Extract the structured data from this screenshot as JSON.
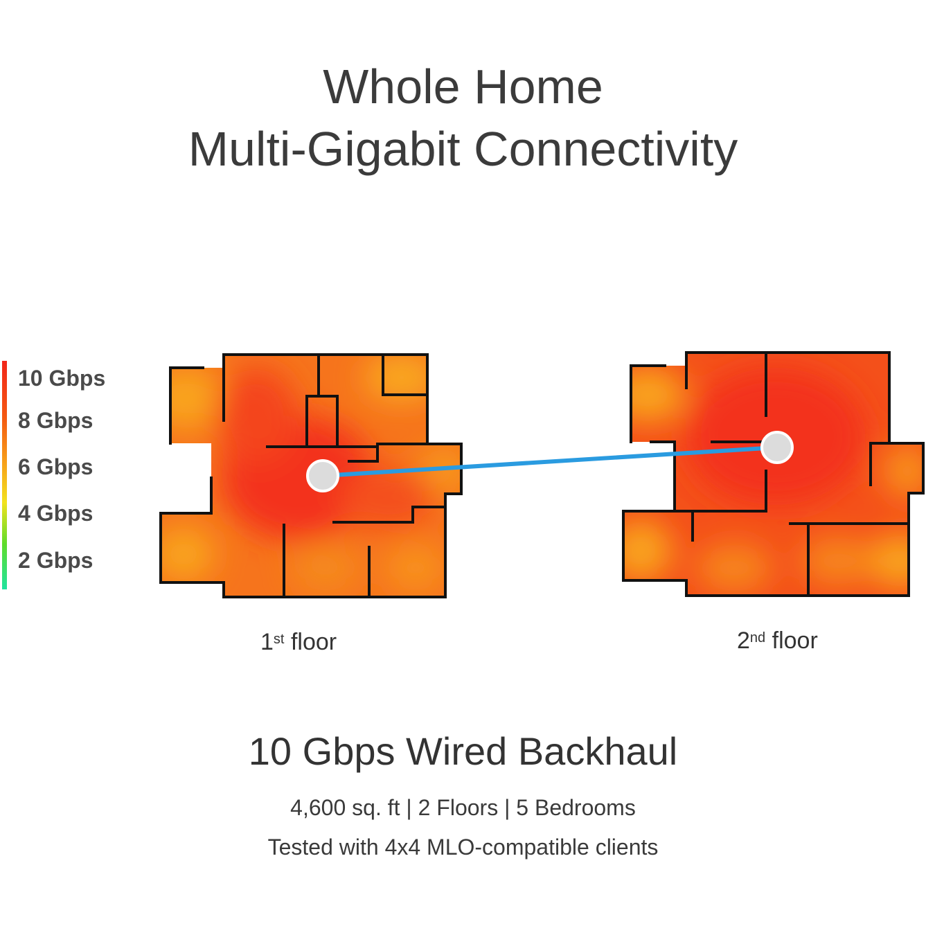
{
  "title": {
    "line1": "Whole Home",
    "line2": "Multi-Gigabit Connectivity"
  },
  "legend": {
    "items": [
      "10 Gbps",
      "8 Gbps",
      "6 Gbps",
      "4 Gbps",
      "2 Gbps"
    ]
  },
  "floors": {
    "first": {
      "num": "1",
      "suffix": "st",
      "word": "floor"
    },
    "second": {
      "num": "2",
      "suffix": "nd",
      "word": "floor"
    }
  },
  "subtitle": "10 Gbps Wired Backhaul",
  "info": {
    "line1": "4,600 sq. ft | 2 Floors | 5 Bedrooms",
    "line2": "Tested with 4x4 MLO-compatible clients"
  },
  "colors": {
    "heat_high": "#f3331a",
    "heat_mid": "#f6701a",
    "heat_low": "#f9a41f",
    "backhaul_line": "#2a9be0",
    "node_fill": "#dcdcdc"
  }
}
